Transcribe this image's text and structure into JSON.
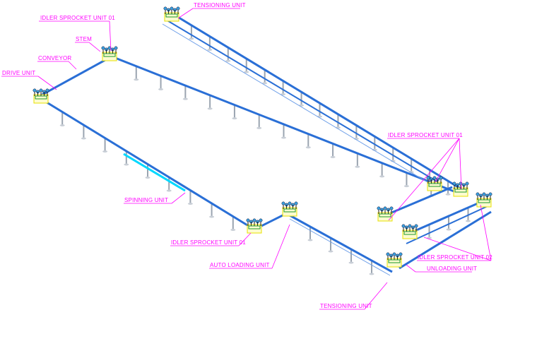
{
  "labels": {
    "tensioning_top": "TENSIONING UNIT",
    "idler_top": "IDLER SPROCKET UNIT 01",
    "stem": "STEM",
    "conveyor": "CONVEYOR",
    "drive": "DRIVE UNIT",
    "idler_right": "IDLER SPROCKET UNIT 01",
    "spinning": "SPINNING UNIT",
    "idler_bottom": "IDLER SPROCKET UNIT 01",
    "auto_loading": "AUTO LOADING UNIT",
    "idler_02": "IDLER SPROCKET UNIT 02",
    "unloading": "UNLOADING UNIT",
    "tensioning_bottom": "TENSIONING UNIT"
  },
  "colors": {
    "conveyor": "#2a6fd6",
    "label": "#ff00ff",
    "support": "#9aa4b0",
    "spinning": "#00d8ff",
    "frame": "#e8e000"
  }
}
